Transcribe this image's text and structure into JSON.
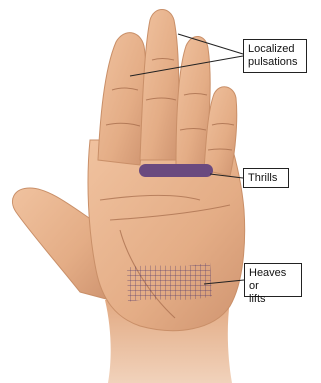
{
  "labels": {
    "localized_pulsations": "Localized\npulsations",
    "thrills": "Thrills",
    "heaves_or_lifts": "Heaves or\nlifts"
  },
  "colors": {
    "skin": "#e7b38e",
    "skin_shadow": "#c98f68",
    "crease": "#a86e4d",
    "thrill_bar": "#6a4a7f",
    "heave_hatch": "#5a3f6e",
    "leader_line": "#222222",
    "background": "#ffffff"
  }
}
